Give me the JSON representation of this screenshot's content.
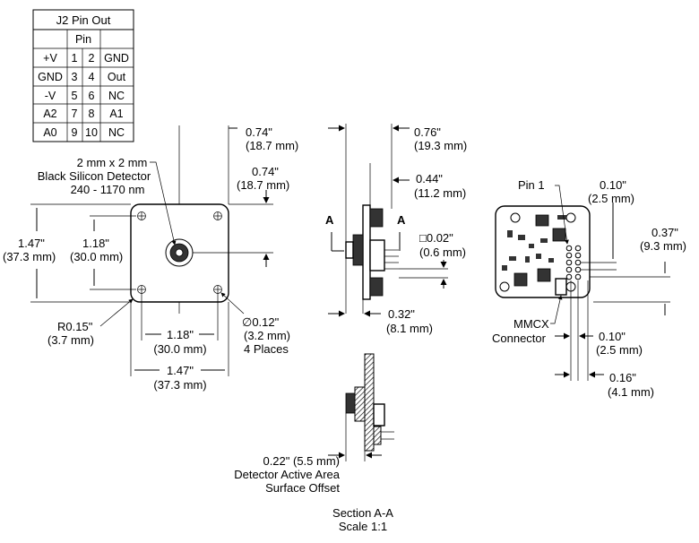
{
  "pin_table": {
    "title": "J2 Pin Out",
    "pin_header": "Pin",
    "rows": [
      {
        "left": "+V",
        "pin_a": "1",
        "pin_b": "2",
        "right": "GND"
      },
      {
        "left": "GND",
        "pin_a": "3",
        "pin_b": "4",
        "right": "Out"
      },
      {
        "left": "-V",
        "pin_a": "5",
        "pin_b": "6",
        "right": "NC"
      },
      {
        "left": "A2",
        "pin_a": "7",
        "pin_b": "8",
        "right": "A1"
      },
      {
        "left": "A0",
        "pin_a": "9",
        "pin_b": "10",
        "right": "NC"
      }
    ]
  },
  "front_view": {
    "detector_label": [
      "2 mm x 2 mm",
      "Black Silicon Detector",
      "240 - 1170 nm"
    ],
    "dim_074_top": [
      "0.74\"",
      "(18.7 mm)"
    ],
    "dim_074_mid": [
      "0.74\"",
      "(18.7 mm)"
    ],
    "dim_147_left": [
      "1.47\"",
      "(37.3 mm)"
    ],
    "dim_118_left": [
      "1.18\"",
      "(30.0 mm)"
    ],
    "radius": [
      "R0.15\"",
      "(3.7 mm)"
    ],
    "dim_118_bottom": [
      "1.18\"",
      "(30.0 mm)"
    ],
    "dim_147_bottom": [
      "1.47\"",
      "(37.3 mm)"
    ],
    "hole": [
      "∅0.12\"",
      "(3.2 mm)",
      "4 Places"
    ]
  },
  "side_view": {
    "section_a_left": "A",
    "section_a_right": "A",
    "dim_076": [
      "0.76\"",
      "(19.3 mm)"
    ],
    "dim_044": [
      "0.44\"",
      "(11.2 mm)"
    ],
    "dim_002": [
      "□0.02\"",
      "(0.6 mm)"
    ],
    "dim_032": [
      "0.32\"",
      "(8.1 mm)"
    ]
  },
  "back_view": {
    "pin1": "Pin 1",
    "dim_010_top": [
      "0.10\"",
      "(2.5 mm)"
    ],
    "dim_037": [
      "0.37\"",
      "(9.3 mm)"
    ],
    "mmcx": [
      "MMCX",
      "Connector"
    ],
    "dim_010_bottom": [
      "0.10\"",
      "(2.5 mm)"
    ],
    "dim_016": [
      "0.16\"",
      "(4.1 mm)"
    ]
  },
  "section_view": {
    "offset": [
      "0.22\" (5.5 mm)",
      "Detector Active Area",
      "Surface Offset"
    ],
    "caption": [
      "Section A-A",
      "Scale 1:1"
    ]
  }
}
